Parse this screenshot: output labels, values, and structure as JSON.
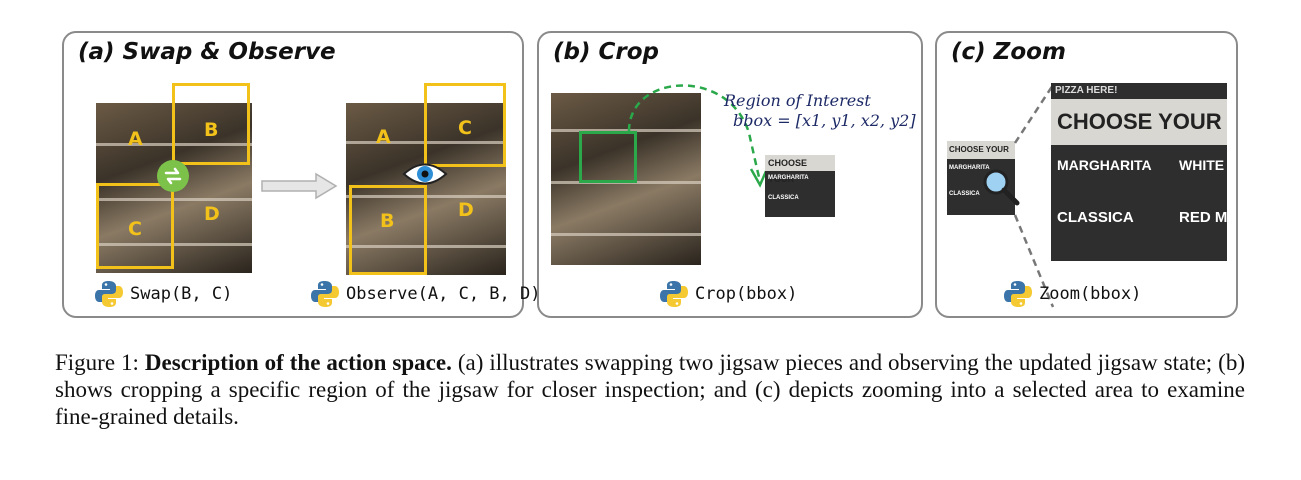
{
  "panels": {
    "a": {
      "title": "(a) Swap & Observe",
      "tiles_before": [
        "A",
        "B",
        "C",
        "D"
      ],
      "tiles_after": [
        "A",
        "C",
        "B",
        "D"
      ],
      "call_swap": "Swap(B, C)",
      "call_observe": "Observe(A, C, B, D)"
    },
    "b": {
      "title": "(b) Crop",
      "roi_line1": "Region of Interest",
      "roi_line2": "bbox = [x1, y1, x2, y2]",
      "call": "Crop(bbox)"
    },
    "c": {
      "title": "(c) Zoom",
      "call": "Zoom(bbox)"
    }
  },
  "menu": {
    "heading": "CHOOSE YOUR",
    "item1": "MARGHARITA",
    "item2": "WHITE",
    "item3": "CLASSICA",
    "item4": "RED M",
    "sign": "PIZZA HERE!"
  },
  "caption": {
    "prefix": "Figure 1: ",
    "bold": "Description of the action space.",
    "text": " (a) illustrates swapping two jigsaw pieces and observing the updated jigsaw state; (b) shows cropping a specific region of the jigsaw for closer inspection; and (c) depicts zooming into a selected area to examine fine-grained details."
  },
  "colors": {
    "tile_border": "#f2c21b",
    "swap_badge": "#7cc24a",
    "crop_green": "#2aa84a",
    "panel_border": "#8a8a8a"
  }
}
